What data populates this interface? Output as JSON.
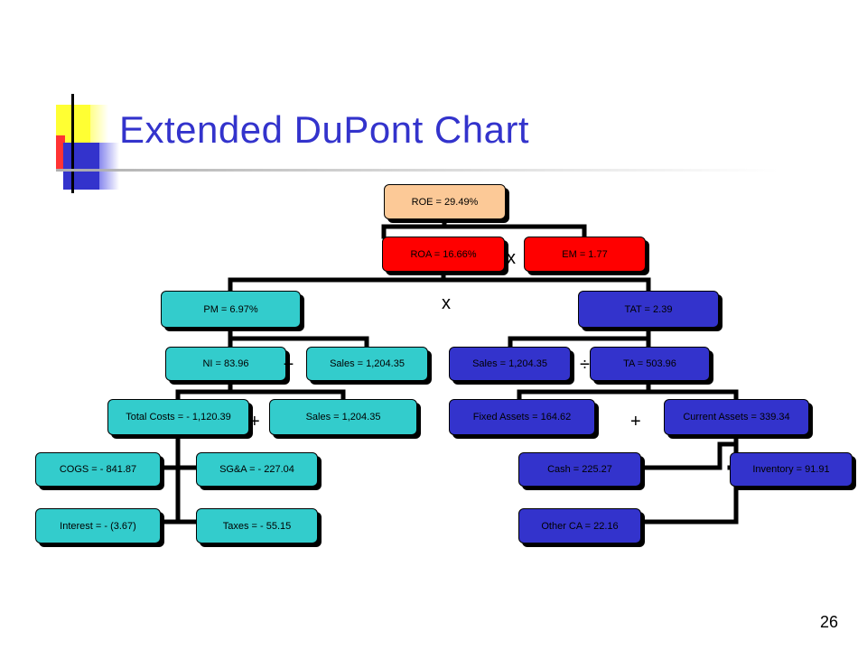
{
  "slide": {
    "title": "Extended DuPont Chart",
    "page_number": "26"
  },
  "colors": {
    "roe": "#fcc997",
    "roa_em": "#ff0000",
    "teal": "#33cccc",
    "blue": "#3333cc",
    "title": "#3333cc"
  },
  "nodes": {
    "roe": "ROE = 29.49%",
    "roa": "ROA = 16.66%",
    "em": "EM = 1.77",
    "pm": "PM = 6.97%",
    "tat": "TAT = 2.39",
    "ni": "NI = 83.96",
    "sales_pm": "Sales = 1,204.35",
    "sales_tat": "Sales = 1,204.35",
    "ta": "TA = 503.96",
    "total_costs": "Total Costs = - 1,120.39",
    "sales_ni": "Sales = 1,204.35",
    "fixed_assets": "Fixed Assets = 164.62",
    "current_assets": "Current Assets = 339.34",
    "cogs": "COGS = - 841.87",
    "sga": "SG&A = - 227.04",
    "interest": "Interest = - (3.67)",
    "taxes": "Taxes = - 55.15",
    "cash": "Cash = 225.27",
    "inventory": "Inventory = 91.91",
    "other_ca": "Other CA = 22.16"
  },
  "operators": {
    "roa_em": "x",
    "pm_tat": "x",
    "ni_sales": "÷",
    "sales_ta": "÷",
    "costs_sales": "+",
    "fa_ca": "+"
  }
}
